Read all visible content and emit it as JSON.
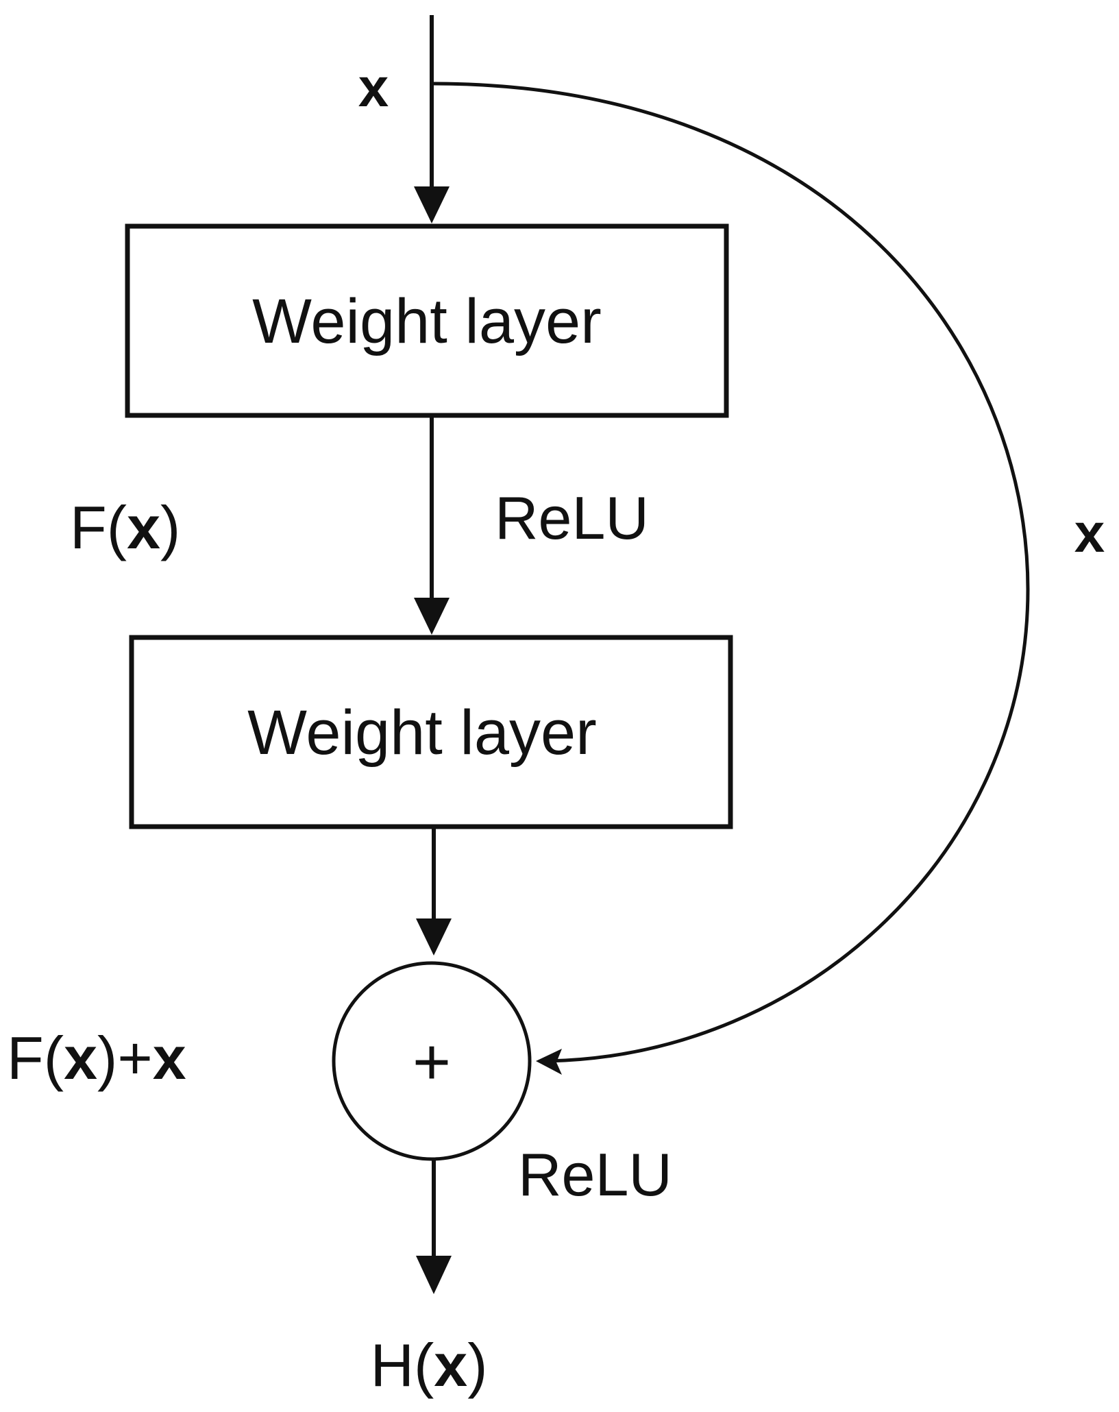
{
  "input_label": "x",
  "skip_label": "x",
  "layer1": {
    "label": "Weight layer"
  },
  "layer2": {
    "label": "Weight layer"
  },
  "relu1": "ReLU",
  "relu2": "ReLU",
  "fx": {
    "pre": "F(",
    "var": "x",
    "post": ")"
  },
  "sum_label": {
    "pre": "F(",
    "var1": "x",
    "mid": ")+",
    "var2": "x"
  },
  "add_symbol": "+",
  "output": {
    "pre": "H(",
    "var": "x",
    "post": ")"
  }
}
